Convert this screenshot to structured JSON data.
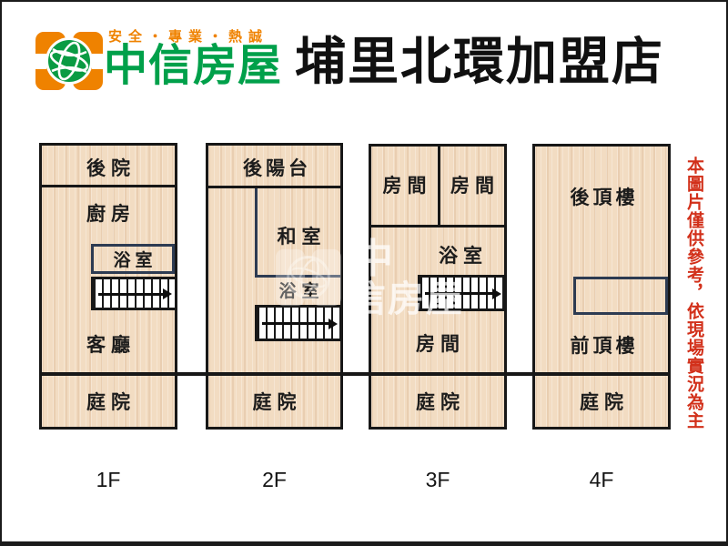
{
  "header": {
    "slogan": "安全・專業・熱誠",
    "brand": "中信房屋",
    "title": "埔里北環加盟店"
  },
  "disclaimer": "本圖片僅供參考，依現場實況為主",
  "watermark": {
    "line1": "中",
    "line2": "信房屋"
  },
  "floors": [
    {
      "label": "1F",
      "rooms": {
        "top": "後院",
        "kitchen": "廚房",
        "bath": "浴室",
        "living": "客廳",
        "yard": "庭院"
      }
    },
    {
      "label": "2F",
      "rooms": {
        "top": "後陽台",
        "tatami": "和室",
        "bath": "浴室",
        "yard": "庭院"
      }
    },
    {
      "label": "3F",
      "rooms": {
        "room_left": "房間",
        "room_right": "房間",
        "bath": "浴室",
        "room": "房間",
        "yard": "庭院"
      }
    },
    {
      "label": "4F",
      "rooms": {
        "top": "後頂樓",
        "front": "前頂樓",
        "yard": "庭院"
      }
    }
  ],
  "colors": {
    "brand_orange": "#ef8200",
    "brand_green": "#00a04a",
    "floor_fill": "#f2dcc2",
    "outer_wall": "#171717",
    "inner_wall": "#2d3b52",
    "disclaimer_red": "#d2301a"
  }
}
